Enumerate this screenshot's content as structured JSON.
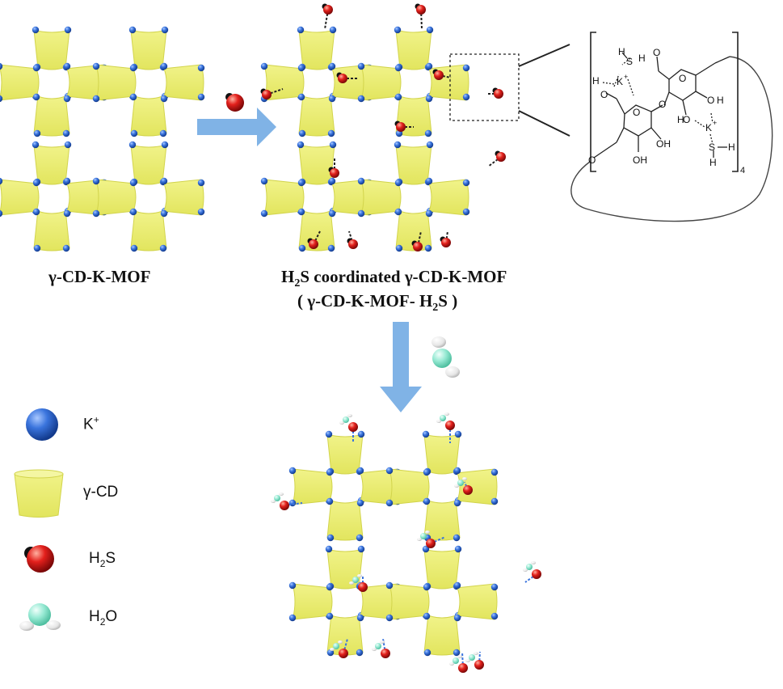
{
  "captions": {
    "mof": "γ-CD-K-MOF",
    "coordinated_pre": "H",
    "coordinated_sub": "2",
    "coordinated_post": "S coordinated γ-CD-K-MOF",
    "short_pre": "( γ-CD-K-MOF- H",
    "short_sub": "2",
    "short_post": "S )"
  },
  "legend": {
    "k_pre": "K",
    "k_sup": "+",
    "cd": "γ-CD",
    "h2s_pre": "H",
    "h2s_sub": "2",
    "h2s_post": "S",
    "h2o_pre": "H",
    "h2o_sub": "2",
    "h2o_post": "O"
  },
  "structure": {
    "subscript": "4",
    "labels": [
      "H",
      "S",
      "H",
      "K",
      "+",
      "H",
      "O",
      "O",
      "O",
      "O",
      "OH",
      "OH",
      "O",
      "O",
      "O",
      "H",
      "O",
      "K",
      "+",
      "S",
      "H",
      "H",
      "O",
      "OH",
      "OH"
    ]
  },
  "colors": {
    "cd_fill": "#ecef73",
    "cd_edge": "#d2d44c",
    "k_ball": "#2f6bd6",
    "h2s_ball": "#e01c1c",
    "h2o_ball": "#8fe6cf",
    "arrow": "#80b3e6"
  }
}
